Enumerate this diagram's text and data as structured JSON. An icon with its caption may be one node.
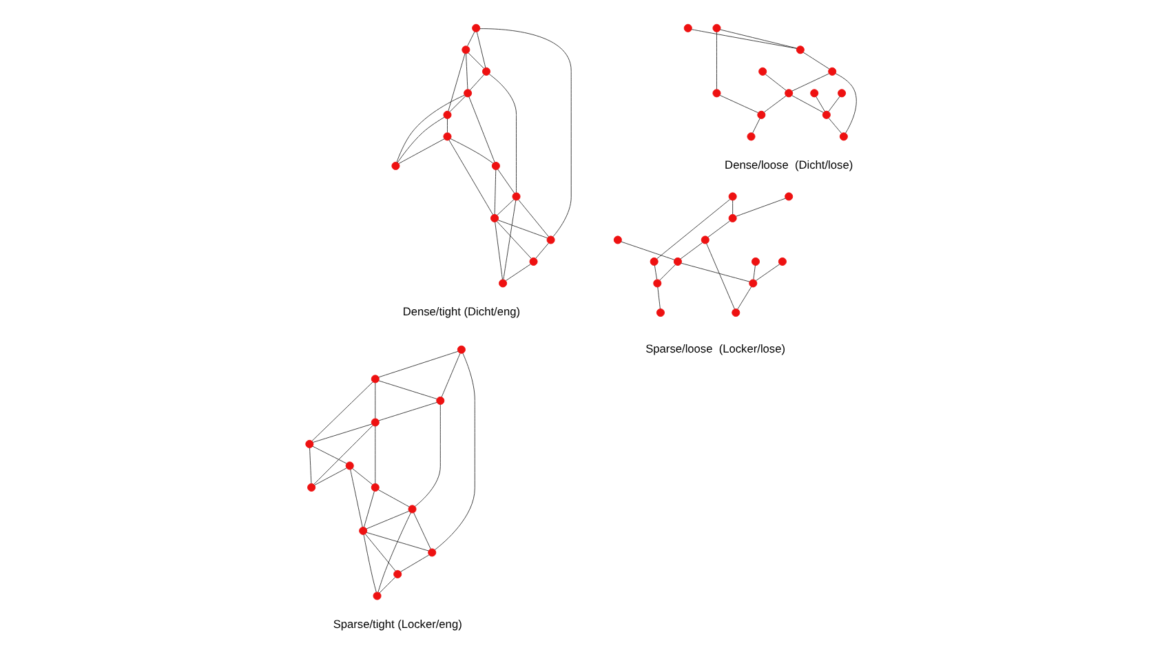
{
  "diagram": {
    "nodes": [
      {
        "text": [],
        "shape": "circle"
      },
      {
        "text": [],
        "shape": "circle"
      },
      {
        "text": [],
        "shape": "circle"
      },
      {
        "text": [],
        "shape": "circle"
      },
      {
        "text": [],
        "shape": "circle"
      },
      {
        "text": [],
        "shape": "circle"
      },
      {
        "text": [],
        "shape": "circle"
      },
      {
        "text": [],
        "shape": "circle"
      },
      {
        "text": [],
        "shape": "circle"
      },
      {
        "text": [],
        "shape": "circle"
      },
      {
        "text": [],
        "shape": "circle"
      },
      {
        "text": [],
        "shape": "circle"
      },
      {
        "text": [],
        "shape": "circle"
      },
      {
        "text": [],
        "shape": "circle"
      },
      {
        "text": [],
        "shape": "circle"
      },
      {
        "text": [],
        "shape": "circle"
      },
      {
        "text": [],
        "shape": "circle"
      },
      {
        "text": [],
        "shape": "circle"
      },
      {
        "text": [],
        "shape": "circle"
      },
      {
        "text": [],
        "shape": "circle"
      },
      {
        "text": [],
        "shape": "circle"
      },
      {
        "text": [],
        "shape": "circle"
      },
      {
        "text": [],
        "shape": "circle"
      },
      {
        "text": [],
        "shape": "circle"
      },
      {
        "text": [],
        "shape": "circle"
      },
      {
        "text": [],
        "shape": "circle"
      },
      {
        "text": [],
        "shape": "circle"
      },
      {
        "text": [],
        "shape": "circle"
      },
      {
        "text": [],
        "shape": "circle"
      },
      {
        "text": [],
        "shape": "circle"
      },
      {
        "text": [],
        "shape": "circle"
      },
      {
        "text": [],
        "shape": "circle"
      },
      {
        "text": [],
        "shape": "circle"
      },
      {
        "text": [],
        "shape": "circle"
      },
      {
        "text": [],
        "shape": "circle"
      },
      {
        "text": [],
        "shape": "circle"
      },
      {
        "text": [],
        "shape": "circle"
      },
      {
        "text": [],
        "shape": "circle"
      },
      {
        "text": [],
        "shape": "circle"
      },
      {
        "text": [],
        "shape": "circle"
      },
      {
        "text": [],
        "shape": "circle"
      },
      {
        "text": [],
        "shape": "circle"
      },
      {
        "text": [],
        "shape": "circle"
      },
      {
        "text": [],
        "shape": "circle"
      },
      {
        "text": [],
        "shape": "circle"
      },
      {
        "text": [],
        "shape": "circle"
      },
      {
        "text": [],
        "shape": "circle"
      },
      {
        "text": [],
        "shape": "circle"
      },
      {
        "text": [],
        "shape": "circle"
      },
      {
        "text": [],
        "shape": "circle"
      },
      {
        "text": [],
        "shape": "circle"
      },
      {
        "text": [],
        "shape": "circle"
      }
    ],
    "edges": [
      {
        "from": 0,
        "to": 3,
        "arrow": "none"
      },
      {
        "from": 0,
        "to": 4,
        "arrow": "none"
      },
      {
        "from": 0,
        "to": 1,
        "arrow": "none"
      },
      {
        "from": 1,
        "to": 2,
        "arrow": "none"
      },
      {
        "from": 3,
        "to": 4,
        "arrow": "none"
      },
      {
        "from": 3,
        "to": 5,
        "arrow": "none"
      },
      {
        "from": 3,
        "to": 7,
        "arrow": "none"
      },
      {
        "from": 4,
        "to": 5,
        "arrow": "none"
      },
      {
        "from": 4,
        "to": 6,
        "arrow": "none"
      },
      {
        "from": 5,
        "to": 7,
        "arrow": "none"
      },
      {
        "from": 5,
        "to": 8,
        "arrow": "none"
      },
      {
        "from": 5,
        "to": 12,
        "arrow": "none"
      },
      {
        "from": 7,
        "to": 10,
        "arrow": "none"
      },
      {
        "from": 7,
        "to": 12,
        "arrow": "none"
      },
      {
        "from": 10,
        "to": 12,
        "arrow": "none"
      },
      {
        "from": 10,
        "to": 8,
        "arrow": "none"
      },
      {
        "from": 10,
        "to": 9,
        "arrow": "none"
      },
      {
        "from": 8,
        "to": 6,
        "arrow": "none"
      },
      {
        "from": 8,
        "to": 9,
        "arrow": "none"
      },
      {
        "from": 6,
        "to": 9,
        "arrow": "none"
      },
      {
        "from": 6,
        "to": 1,
        "arrow": "none"
      },
      {
        "from": 9,
        "to": 1,
        "arrow": "none"
      },
      {
        "from": 6,
        "to": 11,
        "arrow": "none"
      },
      {
        "from": 9,
        "to": 11,
        "arrow": "none"
      },
      {
        "from": 9,
        "to": 2,
        "arrow": "none"
      },
      {
        "from": 2,
        "to": 11,
        "arrow": "none"
      },
      {
        "from": 13,
        "to": 17,
        "arrow": "none"
      },
      {
        "from": 16,
        "to": 17,
        "arrow": "none"
      },
      {
        "from": 16,
        "to": 21,
        "arrow": "none"
      },
      {
        "from": 17,
        "to": 18,
        "arrow": "none"
      },
      {
        "from": 18,
        "to": 20,
        "arrow": "none"
      },
      {
        "from": 18,
        "to": 24,
        "arrow": "none"
      },
      {
        "from": 19,
        "to": 20,
        "arrow": "none"
      },
      {
        "from": 20,
        "to": 22,
        "arrow": "none"
      },
      {
        "from": 20,
        "to": 23,
        "arrow": "none"
      },
      {
        "from": 21,
        "to": 23,
        "arrow": "none"
      },
      {
        "from": 23,
        "to": 25,
        "arrow": "none"
      },
      {
        "from": 15,
        "to": 22,
        "arrow": "none"
      },
      {
        "from": 14,
        "to": 22,
        "arrow": "none"
      },
      {
        "from": 22,
        "to": 24,
        "arrow": "none"
      },
      {
        "from": 26,
        "to": 29,
        "arrow": "none"
      },
      {
        "from": 26,
        "to": 30,
        "arrow": "none"
      },
      {
        "from": 26,
        "to": 27,
        "arrow": "none"
      },
      {
        "from": 27,
        "to": 28,
        "arrow": "none"
      },
      {
        "from": 29,
        "to": 30,
        "arrow": "none"
      },
      {
        "from": 29,
        "to": 31,
        "arrow": "none"
      },
      {
        "from": 29,
        "to": 33,
        "arrow": "none"
      },
      {
        "from": 30,
        "to": 31,
        "arrow": "none"
      },
      {
        "from": 30,
        "to": 32,
        "arrow": "none"
      },
      {
        "from": 31,
        "to": 33,
        "arrow": "none"
      },
      {
        "from": 31,
        "to": 34,
        "arrow": "none"
      },
      {
        "from": 31,
        "to": 38,
        "arrow": "none"
      },
      {
        "from": 33,
        "to": 36,
        "arrow": "none"
      },
      {
        "from": 33,
        "to": 38,
        "arrow": "none"
      },
      {
        "from": 36,
        "to": 38,
        "arrow": "none"
      },
      {
        "from": 36,
        "to": 34,
        "arrow": "none"
      },
      {
        "from": 36,
        "to": 35,
        "arrow": "none"
      },
      {
        "from": 34,
        "to": 32,
        "arrow": "none"
      },
      {
        "from": 34,
        "to": 35,
        "arrow": "none"
      },
      {
        "from": 32,
        "to": 35,
        "arrow": "none"
      },
      {
        "from": 32,
        "to": 27,
        "arrow": "none"
      },
      {
        "from": 35,
        "to": 27,
        "arrow": "none"
      },
      {
        "from": 32,
        "to": 37,
        "arrow": "none"
      },
      {
        "from": 35,
        "to": 37,
        "arrow": "none"
      },
      {
        "from": 35,
        "to": 28,
        "arrow": "none"
      },
      {
        "from": 28,
        "to": 37,
        "arrow": "none"
      },
      {
        "from": 39,
        "to": 43,
        "arrow": "none"
      },
      {
        "from": 42,
        "to": 43,
        "arrow": "none"
      },
      {
        "from": 42,
        "to": 47,
        "arrow": "none"
      },
      {
        "from": 43,
        "to": 44,
        "arrow": "none"
      },
      {
        "from": 44,
        "to": 46,
        "arrow": "none"
      },
      {
        "from": 44,
        "to": 50,
        "arrow": "none"
      },
      {
        "from": 45,
        "to": 46,
        "arrow": "none"
      },
      {
        "from": 46,
        "to": 48,
        "arrow": "none"
      },
      {
        "from": 46,
        "to": 49,
        "arrow": "none"
      },
      {
        "from": 47,
        "to": 49,
        "arrow": "none"
      },
      {
        "from": 49,
        "to": 51,
        "arrow": "none"
      },
      {
        "from": 41,
        "to": 48,
        "arrow": "none"
      },
      {
        "from": 40,
        "to": 48,
        "arrow": "none"
      },
      {
        "from": 48,
        "to": 50,
        "arrow": "none"
      }
    ],
    "labels": [
      "Dense/tight (Dicht/eng)",
      "Dense/loose  (Dicht/lose)",
      "Sparse/tight (Locker/eng)",
      "Sparse/loose  (Locker/lose)"
    ]
  }
}
